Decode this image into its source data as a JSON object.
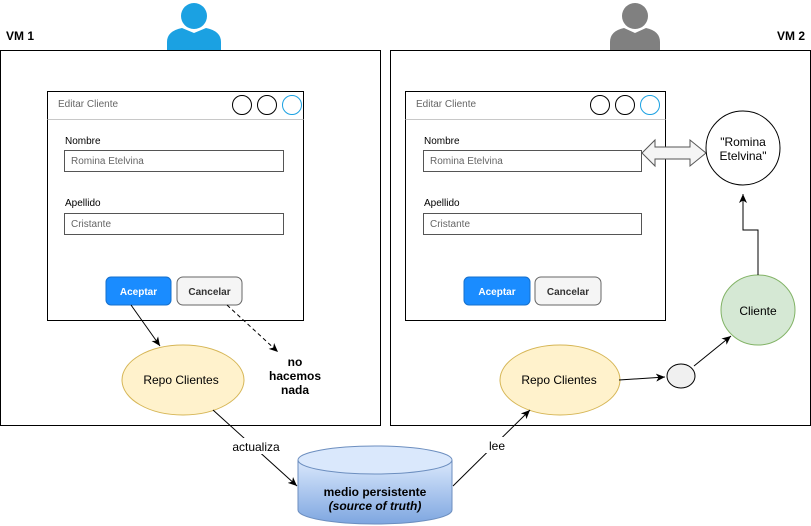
{
  "vm1": {
    "title": "VM 1"
  },
  "vm2": {
    "title": "VM 2"
  },
  "form": {
    "title": "Editar Cliente",
    "nombre_label": "Nombre",
    "nombre_value": "Romina Etelvina",
    "apellido_label": "Apellido",
    "apellido_value": "Cristante",
    "accept_label": "Aceptar",
    "cancel_label": "Cancelar"
  },
  "repo": {
    "label": "Repo Clientes"
  },
  "no_action": {
    "line1": "no",
    "line2": "hacemos",
    "line3": "nada"
  },
  "storage": {
    "line1": "medio persistente",
    "line2": "(source of truth)"
  },
  "edges": {
    "update_label": "actualiza",
    "read_label": "lee"
  },
  "value_bubble": {
    "line1": "\"Romina",
    "line2": "Etelvina\""
  },
  "cliente": {
    "label": "Cliente"
  },
  "colors": {
    "accent": "#1ba1e2",
    "button_blue": "#1a8cff",
    "repo_fill": "#fff2cc",
    "cliente_fill": "#d5e8d4",
    "storage_fill": "#dae8fc",
    "user_active": "#1ba1e2",
    "user_inactive": "#808080"
  },
  "icons": {
    "user": "user-icon",
    "window_button": "circle-window-button-icon",
    "double_arrow": "double-arrow-icon"
  }
}
